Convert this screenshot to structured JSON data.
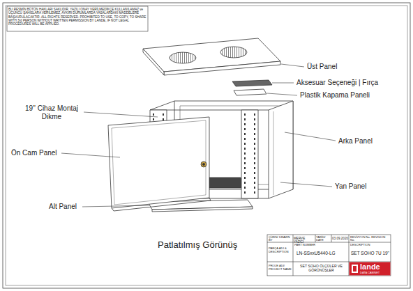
{
  "diagram": {
    "title": "Patlatılmış Görünüş",
    "labels": [
      "BU RESMİN BÜTÜN HAKLARI SAKLIDIR, YAZILI ONAY VERİLMEDİKÇE KULLANILAMAZ ve ÜÇÜNCÜ ŞAHISLARA VERİLEMEZ, AYKIRI DURUMLARDA YASALARDAKİ MADDELERE BAŞVURULACAKTIR. ALL RIGHTS RESERVED. PROHIBITED TO USE, TO COPY, TO SHARE WITH 3rd PERSON WITHOUT WRITTEN PERMISSION BY LANDE, IF NOT LEGAL PROCEDURES WILL BE APPLIED.",
      "Üst Panel",
      "Aksesuar Seçeneği | Fırça",
      "Plastik Kapama Paneli",
      "19'' Cihaz Montaj Dikme",
      "Arka Panel",
      "Ön Cam Panel",
      "Yan Panel",
      "Alt Panel",
      "ÇİZEN/ DRAWN BY",
      "MERVE YAZICI",
      "TARİH/ DATE",
      "03.09.2020",
      "REVİZYON No. REVISION No.",
      "PART NUMBER",
      "LN-SSxxU5440-LG",
      "DESCRIPTION",
      "SET SOHO 7U 19''",
      "PARÇA ADI & DESCRIPTION",
      "PROJE ADI/ PROJECT NAME",
      "SET SOHO ÖLÇÜLER VE GÖRÜNÜŞLER",
      "lande",
      "DATA CABINET"
    ]
  }
}
